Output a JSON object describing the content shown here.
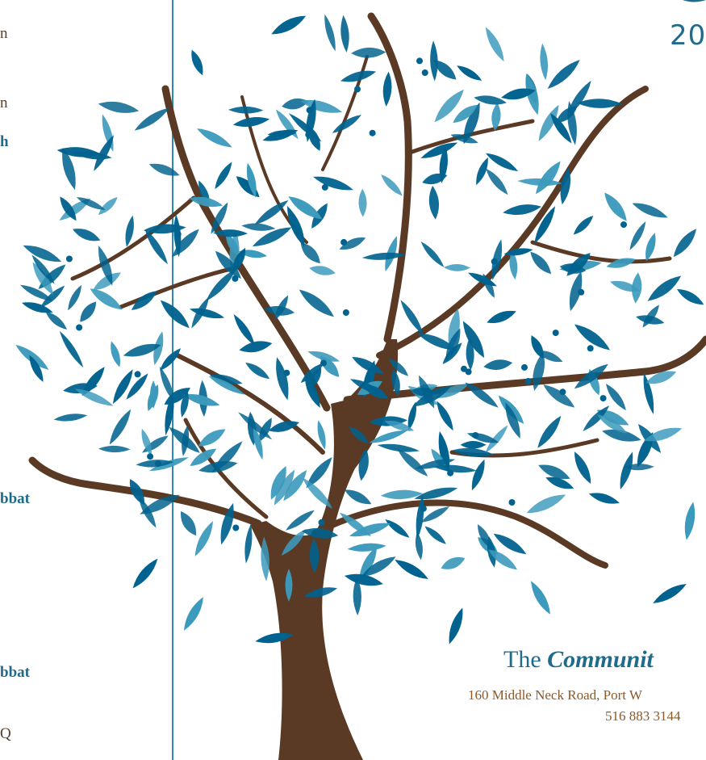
{
  "left_column": {
    "fragments": [
      {
        "text": "n",
        "bold": false
      },
      {
        "text": "n",
        "bold": false
      },
      {
        "text": "h",
        "bold": true
      },
      {
        "text": "bbat",
        "bold": true
      },
      {
        "text": "bbat",
        "bold": true
      },
      {
        "text": "Q",
        "bold": false
      }
    ]
  },
  "header": {
    "year_partial": "20"
  },
  "footer": {
    "community_prefix": "The",
    "community_name": "Communit",
    "address": "160 Middle Neck Road, Port W",
    "phone": "516 883 3144"
  },
  "colors": {
    "leaf_dark": "#00628e",
    "leaf_light": "#3c9abc",
    "trunk": "#5a3a24",
    "divider": "#2a8ab0",
    "accent_text": "#1f6b8c"
  },
  "icons": {
    "illustration": "tree-illustration"
  }
}
